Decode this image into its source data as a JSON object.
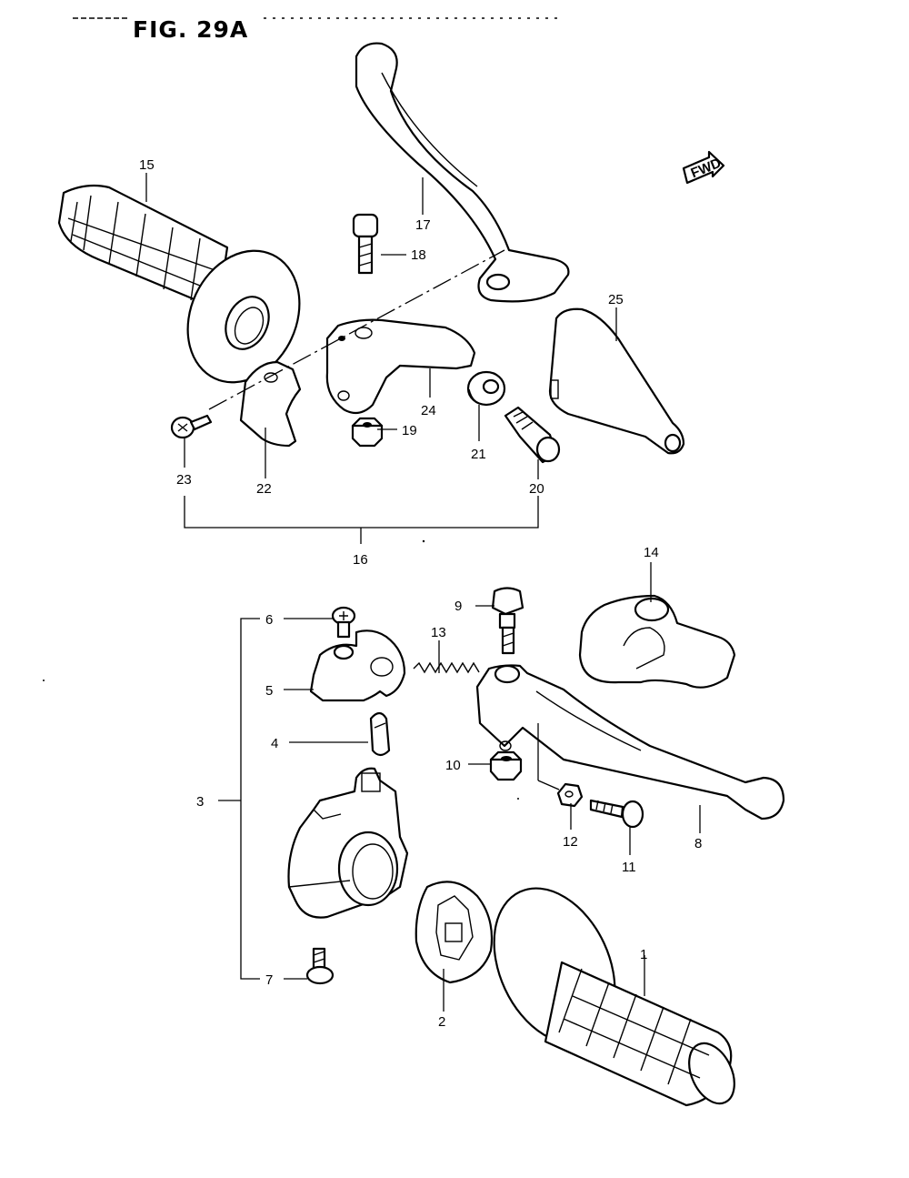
{
  "figure": {
    "title": "FIG. 29A",
    "direction_badge": "FWD"
  },
  "callouts": {
    "c1": "1",
    "c2": "2",
    "c3": "3",
    "c4": "4",
    "c5": "5",
    "c6": "6",
    "c7": "7",
    "c8": "8",
    "c9": "9",
    "c10": "10",
    "c11": "11",
    "c12": "12",
    "c13": "13",
    "c14": "14",
    "c15": "15",
    "c16": "16",
    "c17": "17",
    "c18": "18",
    "c19": "19",
    "c20": "20",
    "c21": "21",
    "c22": "22",
    "c23": "23",
    "c24": "24",
    "c25": "25"
  },
  "icons": {
    "direction": "fwd-arrow-icon"
  }
}
